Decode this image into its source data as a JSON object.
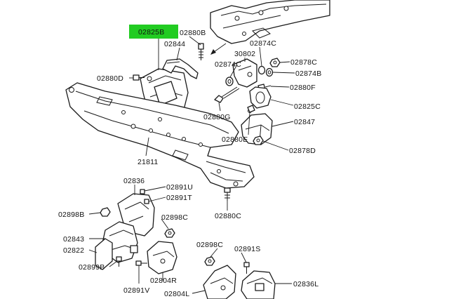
{
  "highlight_color": "#22cc22",
  "labels": {
    "l02825B": "02825B",
    "l02880B": "02880B",
    "l02844": "02844",
    "l02880D": "02880D",
    "l30802": "30802",
    "l02874C_a": "02874C",
    "l02874C_b": "02874C",
    "l02878C": "02878C",
    "l02874B": "02874B",
    "l02880F": "02880F",
    "l02825C": "02825C",
    "l02880G": "02880G",
    "l02847": "02847",
    "l02880E": "02880E",
    "l02878D": "02878D",
    "l21811": "21811",
    "l02836": "02836",
    "l02891U": "02891U",
    "l02891T": "02891T",
    "l02898B": "02898B",
    "l02898C_a": "02898C",
    "l02880C": "02880C",
    "l02843": "02843",
    "l02822": "02822",
    "l02899B": "02899B",
    "l02804R": "02804R",
    "l02891V": "02891V",
    "l02898C_b": "02898C",
    "l02891S": "02891S",
    "l02836L": "02836L",
    "l02804L": "02804L"
  }
}
